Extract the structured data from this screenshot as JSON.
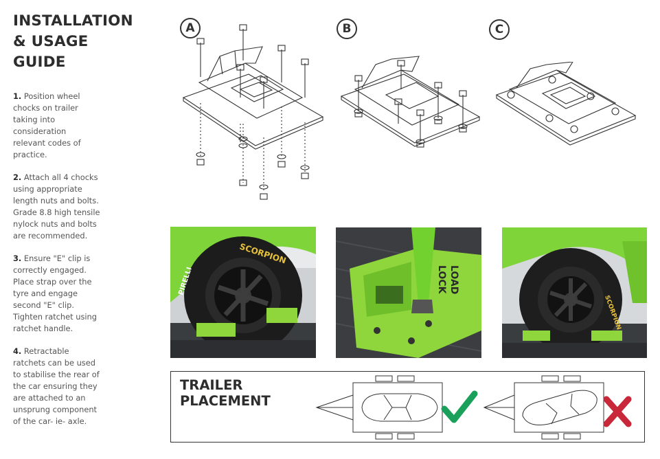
{
  "title": {
    "line1": "INSTALLATION",
    "line2": "& USAGE",
    "line3": "GUIDE"
  },
  "steps": [
    {
      "num": "1.",
      "lines": [
        "Position wheel",
        "chocks on trailer",
        "taking into",
        "consideration",
        "relevant codes of",
        "practice."
      ]
    },
    {
      "num": "2.",
      "lines": [
        "Attach all 4 chocks",
        "using appropriate",
        "length nuts and bolts.",
        "Grade 8.8 high tensile",
        "nylock nuts and bolts",
        "are recommended."
      ]
    },
    {
      "num": "3.",
      "lines": [
        "Ensure \"E\" clip is",
        "correctly engaged.",
        "Place strap over the",
        "tyre and engage",
        "second \"E\" clip.",
        "Tighten ratchet using",
        "ratchet handle."
      ]
    },
    {
      "num": "4.",
      "lines": [
        "Retractable",
        "ratchets can be used",
        "to stabilise the rear of",
        "the car ensuring they",
        "are attached to an",
        "unsprung component",
        "of the car- ie- axle."
      ]
    }
  ],
  "diagrams": {
    "a": "A",
    "b": "B",
    "c": "C"
  },
  "photos": {
    "tyre_brand_1": "SCORPION",
    "tyre_brand_2": "PIRELLI",
    "chock_logo_1": "LOCK",
    "chock_logo_2": "LOAD",
    "tyre_brand_3": "SCORPION"
  },
  "placement": {
    "line1": "TRAILER",
    "line2": "PLACEMENT"
  },
  "colors": {
    "green": "#8ed63c",
    "check": "#1aa05a",
    "cross": "#c8283a",
    "text": "#2d2d2d"
  }
}
